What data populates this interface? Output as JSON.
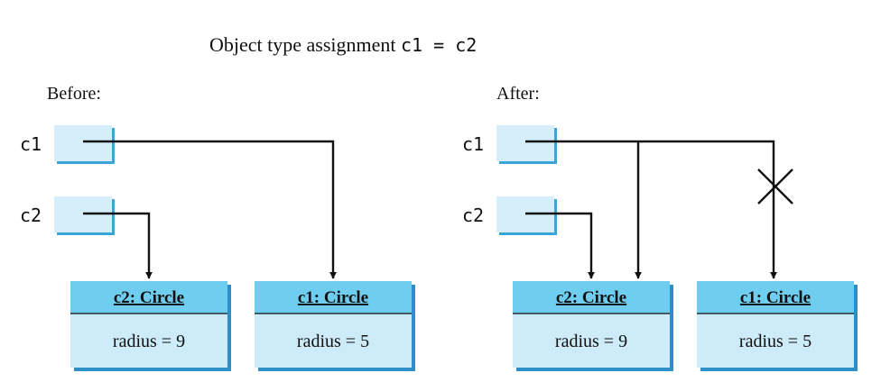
{
  "title": {
    "prefix": "Object type assignment ",
    "code": "c1 = c2"
  },
  "before": {
    "label": "Before:",
    "vars": [
      {
        "name": "c1"
      },
      {
        "name": "c2"
      }
    ],
    "objects": [
      {
        "header": "c2: Circle",
        "body": "radius = 9"
      },
      {
        "header": "c1: Circle",
        "body": "radius = 5"
      }
    ]
  },
  "after": {
    "label": "After:",
    "vars": [
      {
        "name": "c1"
      },
      {
        "name": "c2"
      }
    ],
    "objects": [
      {
        "header": "c2: Circle",
        "body": "radius = 9"
      },
      {
        "header": "c1: Circle",
        "body": "radius = 5"
      }
    ]
  },
  "colors": {
    "var_box_fill": "#d6eef9",
    "var_box_shadow": "#3aa6d8",
    "obj_header_fill": "#6fcdf0",
    "obj_body_fill": "#cdebf8",
    "obj_shadow": "#2d8fc6",
    "line": "#111111"
  }
}
